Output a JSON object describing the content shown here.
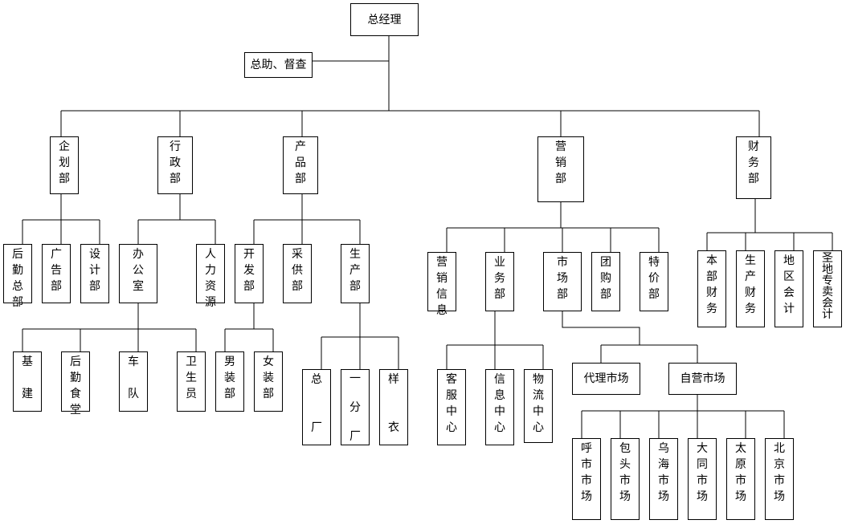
{
  "nodes": {
    "gm": "总经理",
    "assistant": "总助、督查",
    "planning": "企\n划\n部",
    "admin": "行\n政\n部",
    "product": "产\n品\n部",
    "marketing": "营\n销\n部",
    "finance": "财\n务\n部",
    "logistics": "后\n勤\n总\n部",
    "advert": "广\n告\n部",
    "design": "设\n计\n部",
    "office": "办\n公\n室",
    "hr": "人\n力\n资\n源",
    "dev": "开\n发\n部",
    "purchase": "采\n供\n部",
    "production": "生\n产\n部",
    "jijian": "基\n\n建",
    "canteen": "后\n勤\n食\n堂",
    "fleet": "车\n\n队",
    "health": "卫\n生\n员",
    "menswear": "男\n装\n部",
    "womenswear": "女\n装\n部",
    "mainfactory": "总\n\n\n厂",
    "branchfactory": "一\n\n分\n\n厂",
    "sample": "样\n\n\n衣",
    "mktinfo": "营\n销\n信\n息",
    "business": "业\n务\n部",
    "market": "市\n场\n部",
    "groupbuy": "团\n购\n部",
    "special": "特\n价\n部",
    "hq_fin": "本\n部\n财\n务",
    "prod_fin": "生\n产\n财\n务",
    "region_acct": "地\n区\n会\n计",
    "store_acct": "圣\n地\n专\n卖\n会\n计",
    "service": "客\n服\n中\n心",
    "info": "信\n息\n中\n心",
    "logcenter": "物\n流\n中\n心",
    "agency": "代理市场",
    "selfrun": "自营市场",
    "hohhot": "呼\n市\n市\n场",
    "baotou": "包\n头\n市\n场",
    "wuhai": "乌\n海\n市\n场",
    "datong": "大\n同\n市\n场",
    "taiyuan": "太\n原\n市\n场",
    "beijing": "北\n京\n市\n场"
  }
}
